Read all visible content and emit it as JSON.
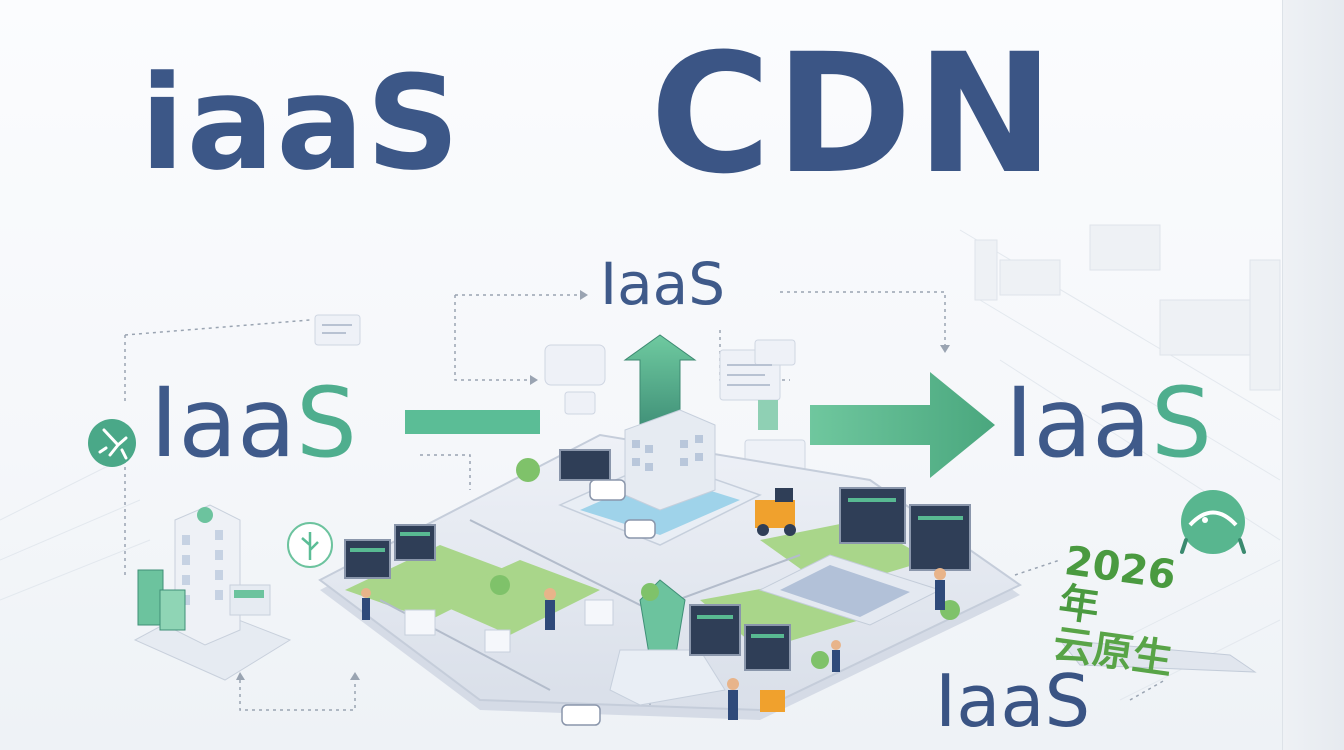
{
  "title_left": "iaaS",
  "title_right": "CDN",
  "labels": {
    "top": "IaaS",
    "left_prefix": "Iaa",
    "left_suffix": "S",
    "right_prefix": "Iaa",
    "right_suffix": "S",
    "bottom": "IaaS"
  },
  "cn_lines": [
    "2026年",
    "云原生"
  ],
  "colors": {
    "navy": "#3c5787",
    "green": "#4fae8e",
    "accent_green": "#4a9a40",
    "platform": "#e7ebf2"
  },
  "icons": {
    "left_badge": "running-person-icon",
    "right_badge": "robot-icon",
    "tree": "tree-icon",
    "arrow_up": "arrow-up-icon",
    "arrow_right": "arrow-right-icon"
  }
}
